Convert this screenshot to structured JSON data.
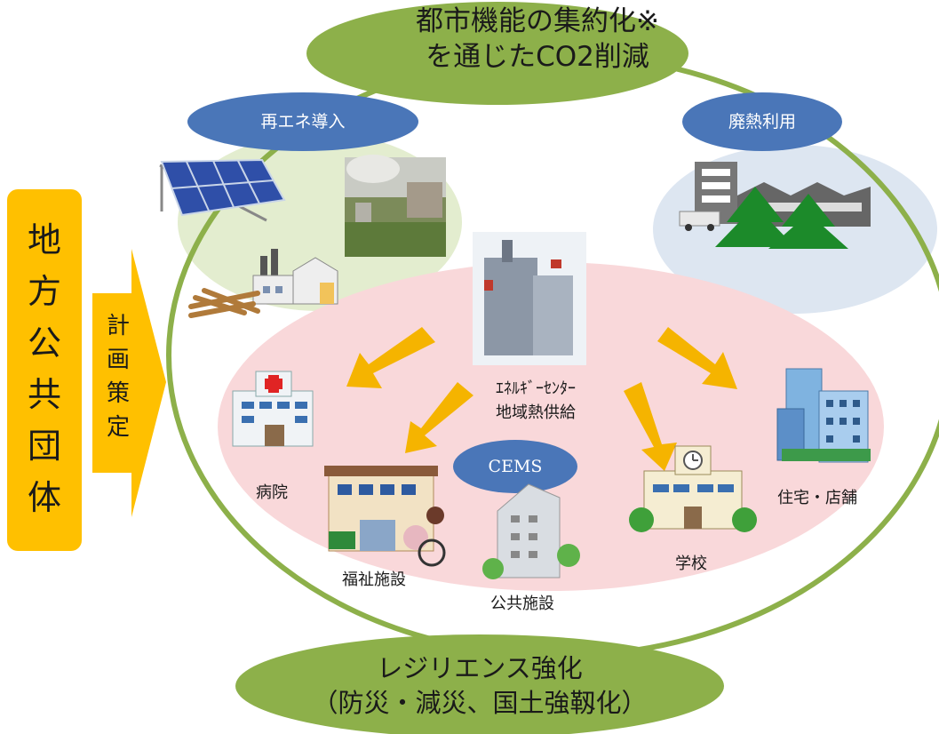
{
  "titles": {
    "top": "都市機能の集約化※\nを通じたCO2削減",
    "bottom": "レジリエンス強化\n（防災・減災、国土強靱化）"
  },
  "left_panel": {
    "actor": "地\n方\n公\n共\n団\n体",
    "arrow_label": "計\n画\n策\n定"
  },
  "bubbles": {
    "renewable": "再エネ導入",
    "waste_heat": "廃熱利用",
    "cems": "CEMS"
  },
  "center": {
    "label": "ｴﾈﾙｷﾞｰｾﾝﾀｰ\n地域熱供給"
  },
  "facilities": {
    "hospital": "病院",
    "welfare": "福祉施設",
    "public": "公共施設",
    "school": "学校",
    "housing": "住宅・店舗"
  },
  "colors": {
    "green_ellipse": "#8db04a",
    "blue_pill": "#4a76b8",
    "orange": "#ffc000",
    "arrow": "#f5b400",
    "pink_area": "#f9d8da",
    "circle_stroke": "#8db04a",
    "renew_bg": "#e3edcf",
    "waste_bg": "#dde6f1"
  }
}
